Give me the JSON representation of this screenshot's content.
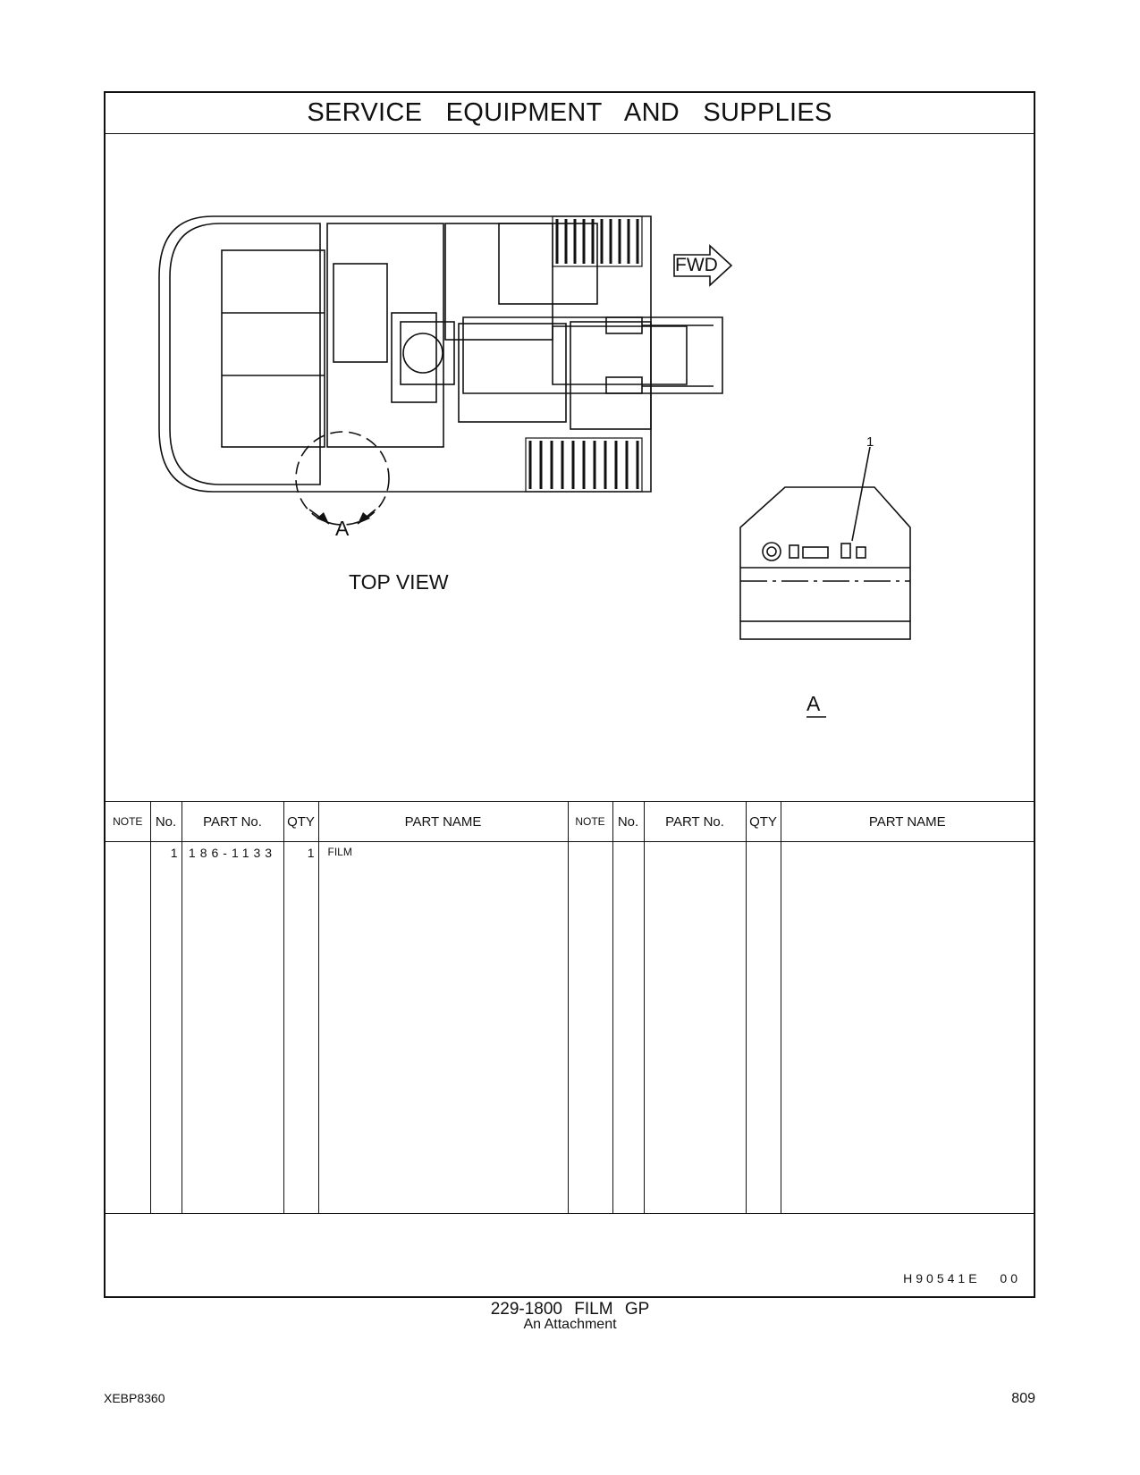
{
  "header": {
    "title": "SERVICE EQUIPMENT AND SUPPLIES"
  },
  "drawing": {
    "fwd_label": "FWD",
    "view_a_label": "A",
    "top_view_label": "TOP VIEW",
    "callout_number": "1",
    "detail_label": "A"
  },
  "table": {
    "columns": [
      "NOTE",
      "No.",
      "PART No.",
      "QTY",
      "PART NAME"
    ],
    "rows": [
      {
        "note": "",
        "no": "1",
        "part_no": "186-1133",
        "qty": "1",
        "part_name": "FILM"
      }
    ]
  },
  "doc_id": "H90541E 00",
  "caption": {
    "line1": "229-1800 FILM GP",
    "line2": "An Attachment"
  },
  "footer": {
    "left": "XEBP8360",
    "right": "809"
  }
}
